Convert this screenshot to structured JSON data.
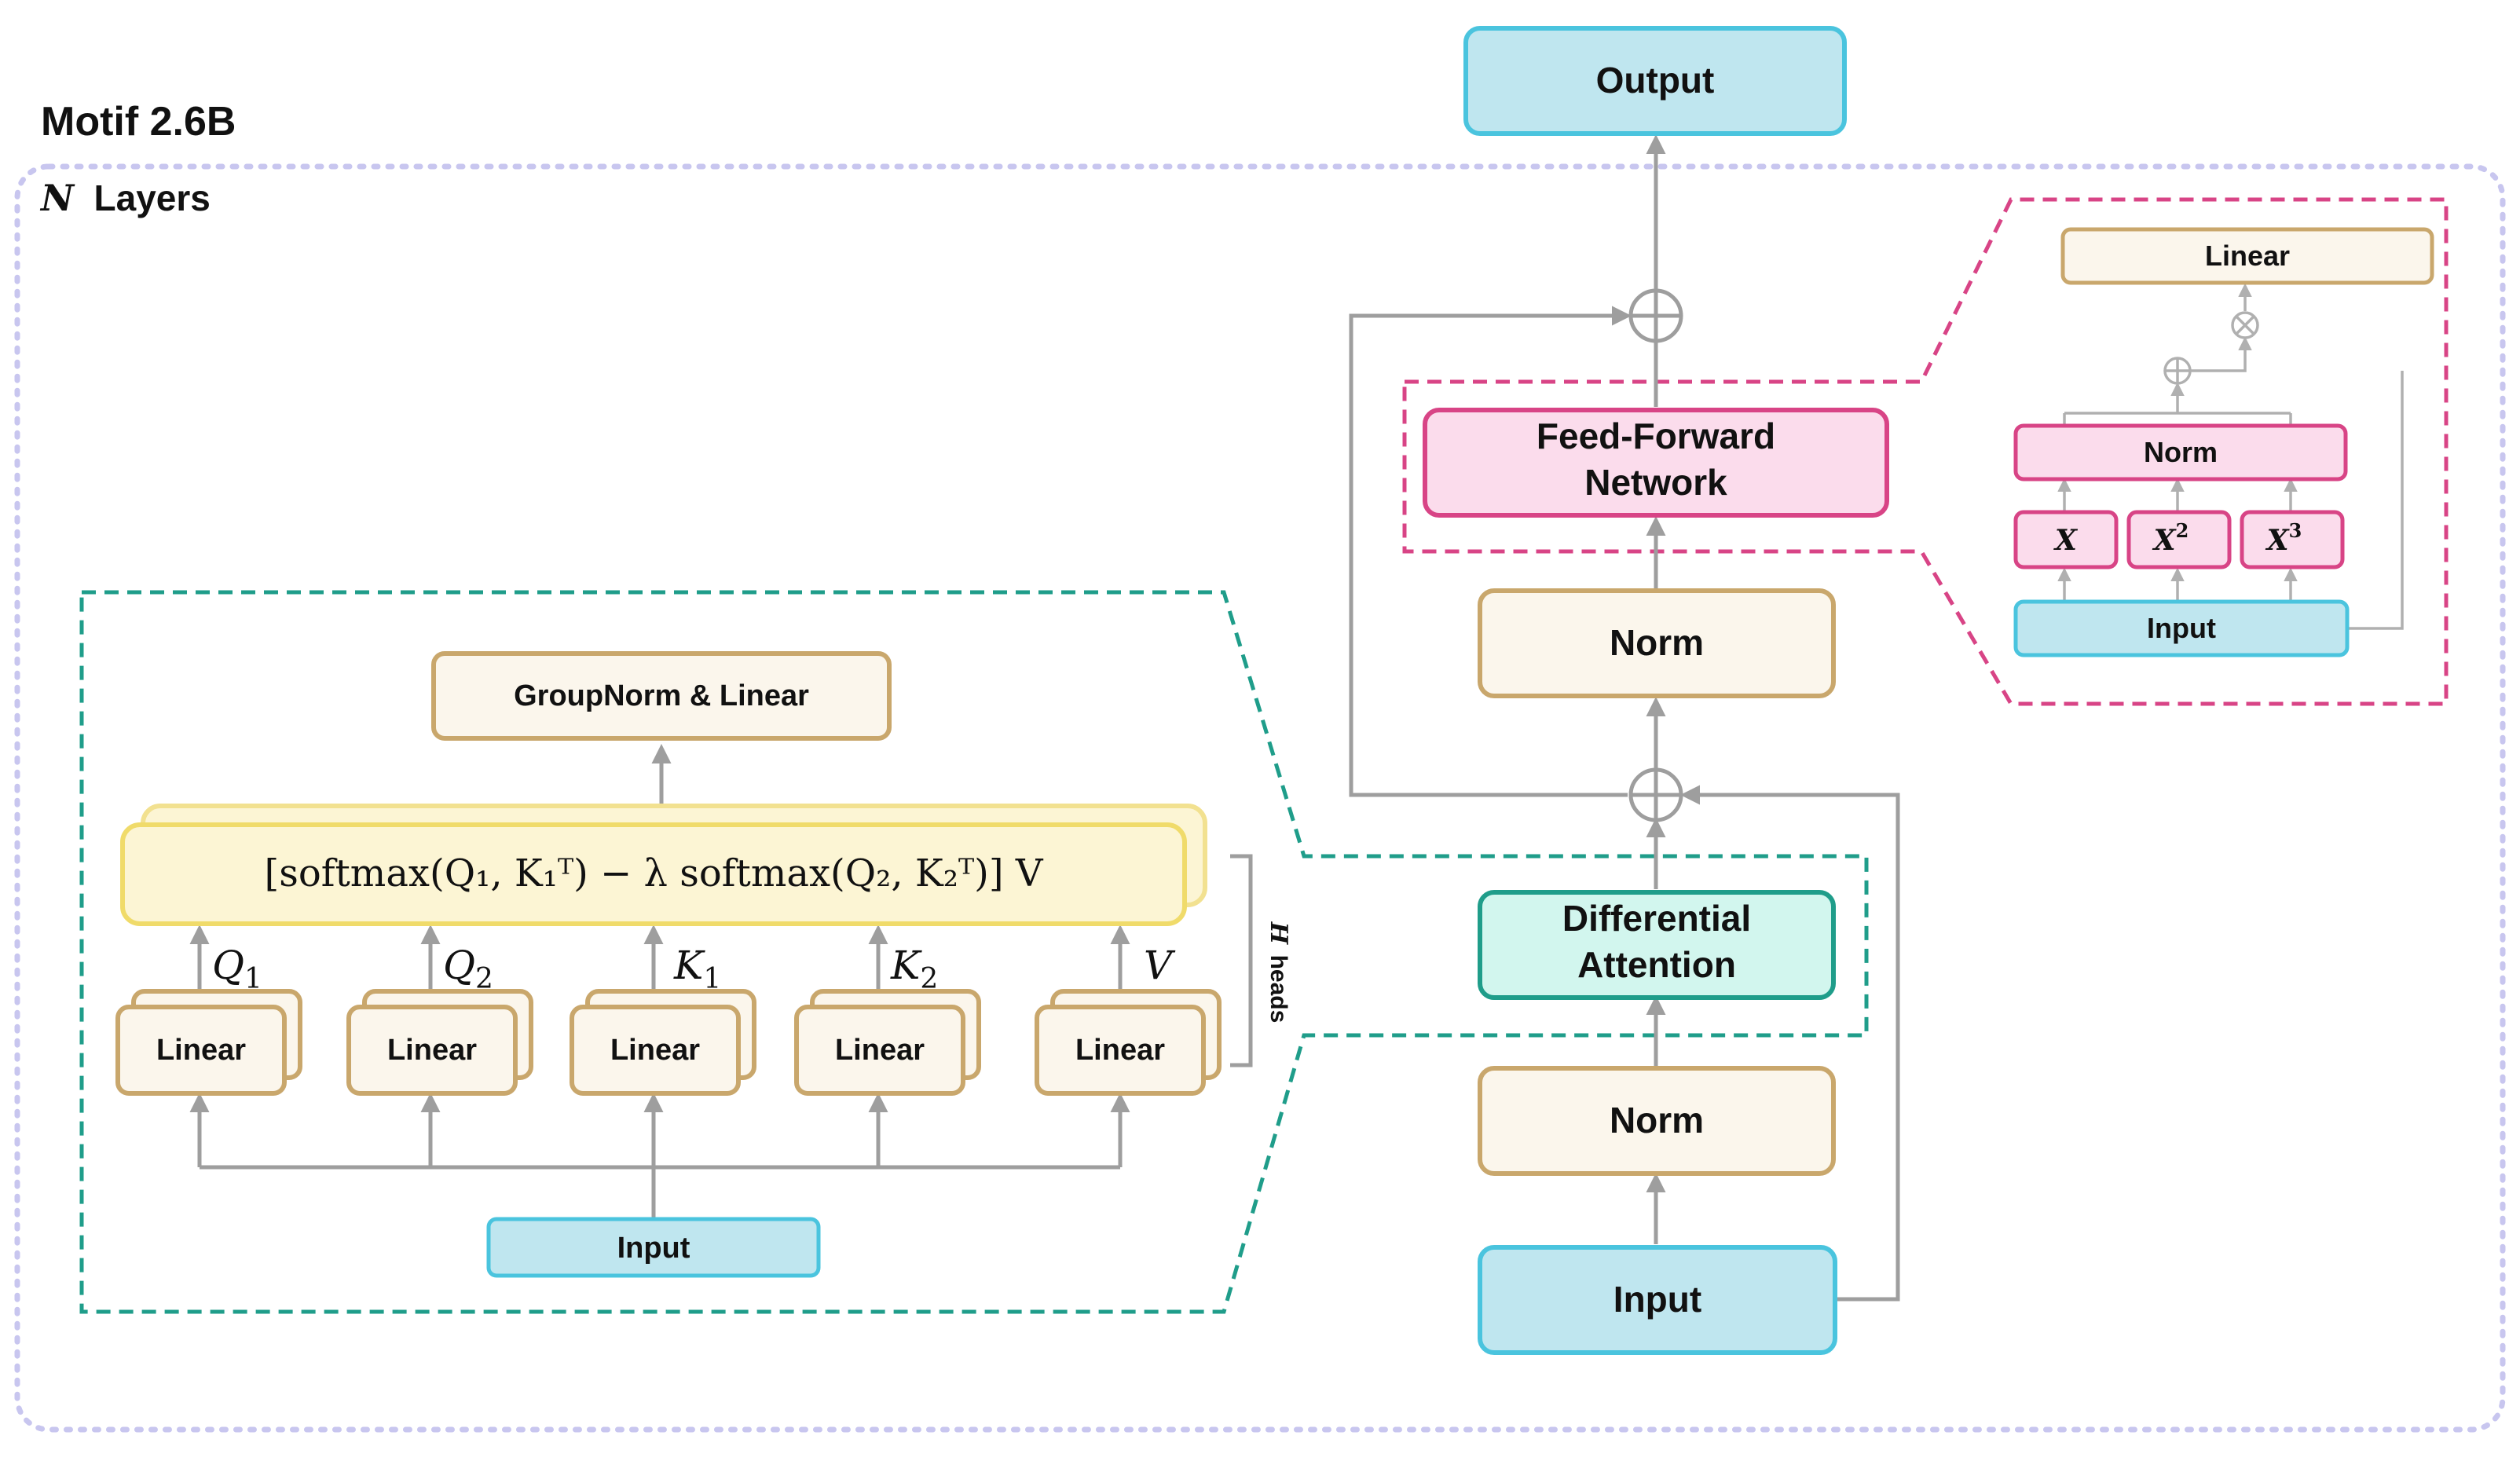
{
  "model_title": "Motif 2.6B",
  "layers_label": {
    "var": "N",
    "text": "Layers"
  },
  "main": {
    "output": "Output",
    "ffn_line1": "Feed-Forward",
    "ffn_line2": "Network",
    "norm_top": "Norm",
    "diff_line1": "Differential",
    "diff_line2": "Attention",
    "norm_bottom": "Norm",
    "input": "Input"
  },
  "attention_detail": {
    "groupnorm": "GroupNorm & Linear",
    "formula": "[softmax(Q₁, K₁ᵀ) − λ softmax(Q₂, K₂ᵀ)] V",
    "linear_labels": [
      "Linear",
      "Linear",
      "Linear",
      "Linear",
      "Linear"
    ],
    "projection_base": [
      "Q",
      "Q",
      "K",
      "K",
      "V"
    ],
    "projection_sub": [
      "1",
      "2",
      "1",
      "2",
      ""
    ],
    "heads_var": "H",
    "heads_text": "heads",
    "input": "Input"
  },
  "ffn_detail": {
    "linear": "Linear",
    "norm": "Norm",
    "powers_base": [
      "X",
      "X",
      "X"
    ],
    "powers_exp": [
      "",
      "2",
      "3"
    ],
    "input": "Input"
  },
  "colors": {
    "input_fill": "#bfe6ef",
    "input_stroke": "#4ac4de",
    "norm_fill": "#fbf6ec",
    "norm_stroke": "#c9a76c",
    "ffn_fill": "#fbdcec",
    "ffn_stroke": "#d84486",
    "diff_fill": "#d2f6ee",
    "diff_stroke": "#1f9d8a",
    "formula_fill": "#fcf5d4",
    "formula_stroke": "#f0db6a",
    "outer_border": "#c8c6ef",
    "line": "#9e9e9e"
  }
}
